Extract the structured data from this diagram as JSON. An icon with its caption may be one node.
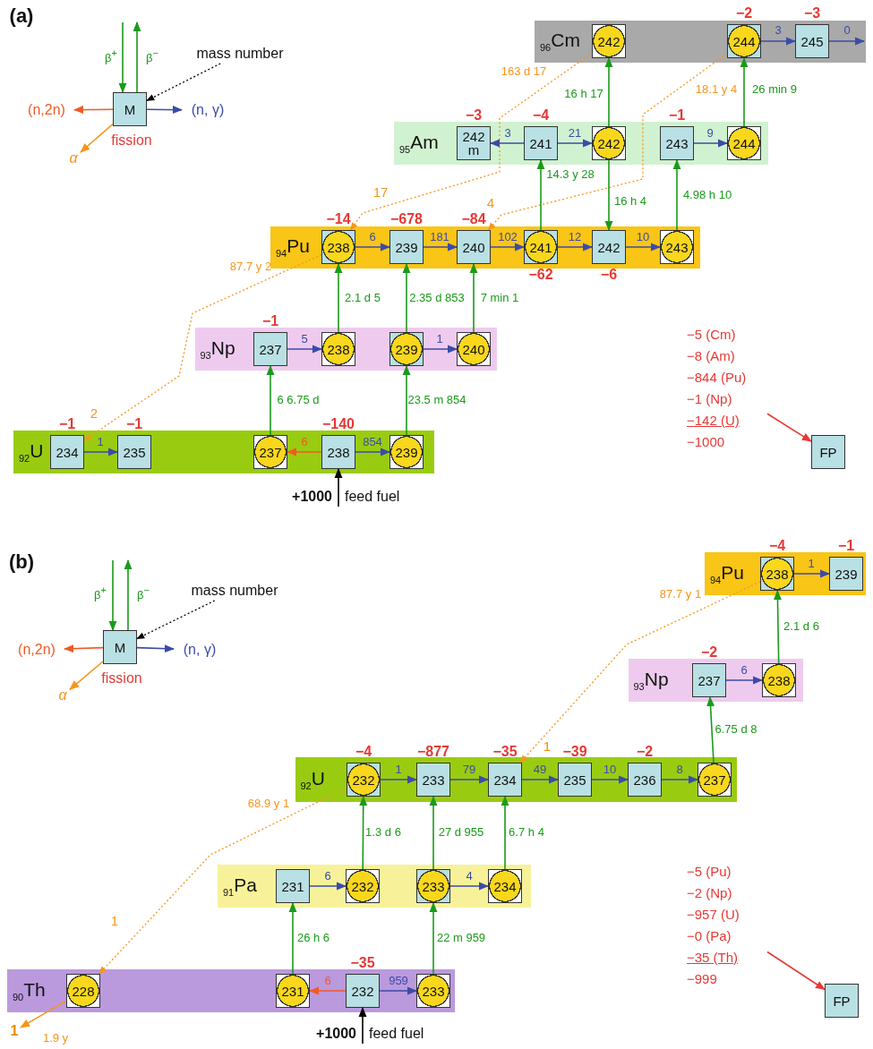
{
  "diagram": {
    "nodes": [
      {
        "text": [
          "M"
        ]
      },
      {
        "text": [
          "(n,2n)"
        ]
      },
      {
        "text": [
          "(n, γ)"
        ]
      },
      {
        "text": [
          "α"
        ]
      },
      {
        "text": [
          "mass number"
        ]
      },
      {
        "text": [
          "$_{96}$Cm"
        ]
      },
      {
        "text": [
          "242"
        ],
        "in": 5
      },
      {
        "text": [
          "244"
        ],
        "in": 5,
        "beside": [
          "−2"
        ]
      },
      {
        "text": [
          "245"
        ],
        "in": 5,
        "beside": [
          "−3"
        ]
      },
      {
        "text": [
          "$_{95}$Am"
        ]
      },
      {
        "text": [
          "242 m"
        ],
        "in": 9,
        "beside": [
          "−3"
        ]
      },
      {
        "text": [
          "241"
        ],
        "in": 9,
        "beside": [
          "−4"
        ]
      },
      {
        "text": [
          "242"
        ],
        "in": 9
      },
      {
        "text": [
          "243"
        ],
        "in": 9,
        "beside": [
          "−1"
        ]
      },
      {
        "text": [
          "244"
        ],
        "in": 9
      },
      {
        "text": [
          "$_{94}$Pu"
        ]
      },
      {
        "text": [
          "238"
        ],
        "in": 15,
        "beside": [
          "−14"
        ]
      },
      {
        "text": [
          "239"
        ],
        "in": 15,
        "beside": [
          "−678"
        ]
      },
      {
        "text": [
          "240"
        ],
        "in": 15,
        "beside": [
          "−84"
        ]
      },
      {
        "text": [
          "241"
        ],
        "in": 15,
        "beside": [
          "−62"
        ]
      },
      {
        "text": [
          "242"
        ],
        "in": 15,
        "beside": [
          "−6"
        ]
      },
      {
        "text": [
          "243"
        ],
        "in": 15
      },
      {
        "text": [
          "$_{93}$Np"
        ]
      },
      {
        "text": [
          "237"
        ],
        "in": 22,
        "beside": [
          "−1"
        ]
      },
      {
        "text": [
          "238"
        ],
        "in": 22
      },
      {
        "text": [
          "239"
        ],
        "in": 22
      },
      {
        "text": [
          "240"
        ],
        "in": 22
      },
      {
        "text": [
          "$_{92}$U"
        ]
      },
      {
        "text": [
          "234"
        ],
        "in": 27,
        "beside": [
          "−1"
        ]
      },
      {
        "text": [
          "235"
        ],
        "in": 27,
        "beside": [
          "−1"
        ]
      },
      {
        "text": [
          "237"
        ],
        "in": 27
      },
      {
        "text": [
          "238"
        ],
        "in": 27,
        "beside": [
          "−140"
        ]
      },
      {
        "text": [
          "239"
        ],
        "in": 27
      },
      {
        "text": [
          "+1000",
          "feed fuel"
        ]
      },
      {
        "text": [
          "−5 (Cm)",
          "−8 (Am)",
          "−844 (Pu)",
          "−1 (Np)",
          "−142 (U)",
          "−1000"
        ]
      },
      {
        "text": [
          "FP"
        ]
      },
      {
        "text": [
          "M"
        ]
      },
      {
        "text": [
          "(n,2n)"
        ]
      },
      {
        "text": [
          "(n, γ)"
        ]
      },
      {
        "text": [
          "α"
        ]
      },
      {
        "text": [
          "mass number"
        ]
      },
      {
        "text": [
          "$_{94}$Pu"
        ]
      },
      {
        "text": [
          "238"
        ],
        "in": 41,
        "beside": [
          "−4"
        ]
      },
      {
        "text": [
          "239"
        ],
        "in": 41,
        "beside": [
          "−1"
        ]
      },
      {
        "text": [
          "$_{93}$Np"
        ]
      },
      {
        "text": [
          "237"
        ],
        "in": 44,
        "beside": [
          "−2"
        ]
      },
      {
        "text": [
          "238"
        ],
        "in": 44
      },
      {
        "text": [
          "$_{92}$U"
        ]
      },
      {
        "text": [
          "232"
        ],
        "in": 47,
        "beside": [
          "−4"
        ]
      },
      {
        "text": [
          "233"
        ],
        "in": 47,
        "beside": [
          "−877"
        ]
      },
      {
        "text": [
          "234"
        ],
        "in": 47,
        "beside": [
          "−35"
        ]
      },
      {
        "text": [
          "235"
        ],
        "in": 47,
        "beside": [
          "−39"
        ]
      },
      {
        "text": [
          "236"
        ],
        "in": 47,
        "beside": [
          "−2"
        ]
      },
      {
        "text": [
          "237"
        ],
        "in": 47
      },
      {
        "text": [
          "$_{91}$Pa"
        ]
      },
      {
        "text": [
          "231"
        ],
        "in": 54
      },
      {
        "text": [
          "232"
        ],
        "in": 54
      },
      {
        "text": [
          "233"
        ],
        "in": 54
      },
      {
        "text": [
          "234"
        ],
        "in": 54
      },
      {
        "text": [
          "$_{90}$Th"
        ]
      },
      {
        "text": [
          "228"
        ],
        "in": 59
      },
      {
        "text": [
          "231"
        ],
        "in": 59
      },
      {
        "text": [
          "232"
        ],
        "in": 59,
        "beside": [
          "−35"
        ]
      },
      {
        "text": [
          "233"
        ],
        "in": 59
      },
      {
        "text": [
          "+1000",
          "feed fuel"
        ]
      },
      {
        "text": [
          "−5 (Pu)",
          "−2 (Np)",
          "−957 (U)",
          "−0 (Pa)",
          "−35 (Th)",
          "−999"
        ]
      },
      {
        "text": [
          "FP"
        ]
      },
      {
        "text": [
          "1"
        ]
      }
    ],
    "edges": [
      {
        "from": 0,
        "to": 1,
        "arrow": "to",
        "color": "#f15a24"
      },
      {
        "from": 0,
        "to": 2,
        "arrow": "to"
      },
      {
        "from": 0,
        "to": 3,
        "arrow": "to",
        "color": "#f7941d"
      },
      {
        "from": 4,
        "to": 0,
        "arrow": "to",
        "style": "dashed",
        "color": "#000000"
      },
      {
        "from": null,
        "to": 0,
        "arrow": "to",
        "label": "β$^{+}$",
        "color": "#1a9a1a"
      },
      {
        "from": 0,
        "to": null,
        "arrow": "to",
        "label": "β$^{−}$",
        "color": "#1a9a1a"
      },
      {
        "from": 7,
        "to": 8,
        "arrow": "to",
        "label": "3"
      },
      {
        "from": 8,
        "to": null,
        "arrow": "to",
        "label": "0"
      },
      {
        "from": 6,
        "to": 16,
        "arrow": "to",
        "label": "163 d 17",
        "style": "dashed",
        "color": "#f7941d"
      },
      {
        "from": 7,
        "to": 18,
        "arrow": "to",
        "label": "18.1 y 4",
        "style": "dashed",
        "color": "#f7941d"
      },
      {
        "from": 12,
        "to": 6,
        "arrow": "to",
        "label": "16 h 17",
        "color": "#1a9a1a"
      },
      {
        "from": 14,
        "to": 7,
        "arrow": "to",
        "label": "26 min 9",
        "color": "#1a9a1a"
      },
      {
        "from": 11,
        "to": 10,
        "arrow": "to",
        "label": "3"
      },
      {
        "from": 11,
        "to": 12,
        "arrow": "to",
        "label": "21"
      },
      {
        "from": 13,
        "to": 14,
        "arrow": "to",
        "label": "9"
      },
      {
        "from": 12,
        "to": 20,
        "arrow": "to",
        "label": "16 h 4",
        "color": "#1a9a1a"
      },
      {
        "from": 19,
        "to": 11,
        "arrow": "to",
        "label": "14.3 y 28",
        "color": "#1a9a1a"
      },
      {
        "from": 21,
        "to": 13,
        "arrow": "to",
        "label": "4.98 h 10",
        "color": "#1a9a1a"
      },
      {
        "from": 16,
        "to": 17,
        "arrow": "to",
        "label": "6"
      },
      {
        "from": 17,
        "to": 18,
        "arrow": "to",
        "label": "181"
      },
      {
        "from": 18,
        "to": 19,
        "arrow": "to",
        "label": "102"
      },
      {
        "from": 19,
        "to": 20,
        "arrow": "to",
        "label": "12"
      },
      {
        "from": 20,
        "to": 21,
        "arrow": "to",
        "label": "10"
      },
      {
        "from": 16,
        "to": 28,
        "arrow": "to",
        "label": "87.7 y 2",
        "style": "dashed",
        "color": "#f7941d"
      },
      {
        "from": 24,
        "to": 16,
        "arrow": "to",
        "label": "2.1 d 5",
        "color": "#1a9a1a"
      },
      {
        "from": 25,
        "to": 17,
        "arrow": "to",
        "label": "2.35 d 853",
        "color": "#1a9a1a"
      },
      {
        "from": 26,
        "to": 18,
        "arrow": "to",
        "label": "7 min 1",
        "color": "#1a9a1a"
      },
      {
        "from": 23,
        "to": 24,
        "arrow": "to",
        "label": "5"
      },
      {
        "from": 25,
        "to": 26,
        "arrow": "to",
        "label": "1"
      },
      {
        "from": 30,
        "to": 23,
        "arrow": "to",
        "label": "6 6.75 d",
        "color": "#1a9a1a"
      },
      {
        "from": 32,
        "to": 25,
        "arrow": "to",
        "label": "23.5 m 854",
        "color": "#1a9a1a"
      },
      {
        "from": 28,
        "to": 29,
        "arrow": "to",
        "label": "1"
      },
      {
        "from": 31,
        "to": 30,
        "arrow": "to",
        "label": "6",
        "color": "#f15a24"
      },
      {
        "from": 31,
        "to": 32,
        "arrow": "to",
        "label": "854"
      },
      {
        "from": 33,
        "to": 31,
        "arrow": "to",
        "color": "#000000"
      },
      {
        "from": 34,
        "to": 35,
        "arrow": "to",
        "color": "#e53935"
      },
      {
        "from": 36,
        "to": 37,
        "arrow": "to",
        "color": "#f15a24"
      },
      {
        "from": 36,
        "to": 38,
        "arrow": "to"
      },
      {
        "from": 36,
        "to": 39,
        "arrow": "to",
        "color": "#f7941d"
      },
      {
        "from": 40,
        "to": 36,
        "arrow": "to",
        "style": "dashed",
        "color": "#000000"
      },
      {
        "from": null,
        "to": 36,
        "arrow": "to",
        "label": "β$^{+}$",
        "color": "#1a9a1a"
      },
      {
        "from": 36,
        "to": null,
        "arrow": "to",
        "label": "β$^{−}$",
        "color": "#1a9a1a"
      },
      {
        "from": 42,
        "to": 43,
        "arrow": "to",
        "label": "1"
      },
      {
        "from": 46,
        "to": 42,
        "arrow": "to",
        "label": "2.1 d 6",
        "color": "#1a9a1a"
      },
      {
        "from": 42,
        "to": 50,
        "arrow": "to",
        "label": "87.7 y 1",
        "style": "dashed",
        "color": "#f7941d"
      },
      {
        "from": 45,
        "to": 46,
        "arrow": "to",
        "label": "6"
      },
      {
        "from": 53,
        "to": 45,
        "arrow": "to",
        "label": "6.75 d 8",
        "color": "#1a9a1a"
      },
      {
        "from": 48,
        "to": 49,
        "arrow": "to",
        "label": "1"
      },
      {
        "from": 49,
        "to": 50,
        "arrow": "to",
        "label": "79"
      },
      {
        "from": 50,
        "to": 51,
        "arrow": "to",
        "label": "49"
      },
      {
        "from": 51,
        "to": 52,
        "arrow": "to",
        "label": "10"
      },
      {
        "from": 52,
        "to": 53,
        "arrow": "to",
        "label": "8"
      },
      {
        "from": 48,
        "to": 60,
        "arrow": "to",
        "label": "68.9 y 1",
        "style": "dashed",
        "color": "#f7941d"
      },
      {
        "from": 56,
        "to": 48,
        "arrow": "to",
        "label": "1.3 d 6",
        "color": "#1a9a1a"
      },
      {
        "from": 57,
        "to": 49,
        "arrow": "to",
        "label": "27 d 955",
        "color": "#1a9a1a"
      },
      {
        "from": 58,
        "to": 50,
        "arrow": "to",
        "label": "6.7 h 4",
        "color": "#1a9a1a"
      },
      {
        "from": 55,
        "to": 56,
        "arrow": "to",
        "label": "6"
      },
      {
        "from": 57,
        "to": 58,
        "arrow": "to",
        "label": "4"
      },
      {
        "from": 61,
        "to": 55,
        "arrow": "to",
        "label": "26 h 6",
        "color": "#1a9a1a"
      },
      {
        "from": 63,
        "to": 57,
        "arrow": "to",
        "label": "22 m 959",
        "color": "#1a9a1a"
      },
      {
        "from": 62,
        "to": 61,
        "arrow": "to",
        "label": "6",
        "color": "#f15a24"
      },
      {
        "from": 62,
        "to": 63,
        "arrow": "to",
        "label": "959"
      },
      {
        "from": 60,
        "to": 67,
        "arrow": "to",
        "label": "1.9 y",
        "color": "#f7941d"
      },
      {
        "from": 64,
        "to": 62,
        "arrow": "to",
        "color": "#000000"
      },
      {
        "from": 65,
        "to": 66,
        "arrow": "to",
        "color": "#e53935"
      }
    ],
    "labels": [
      "(a)",
      "fission",
      "17",
      "4",
      "2",
      "(b)",
      "fission",
      "1",
      "1"
    ]
  }
}
